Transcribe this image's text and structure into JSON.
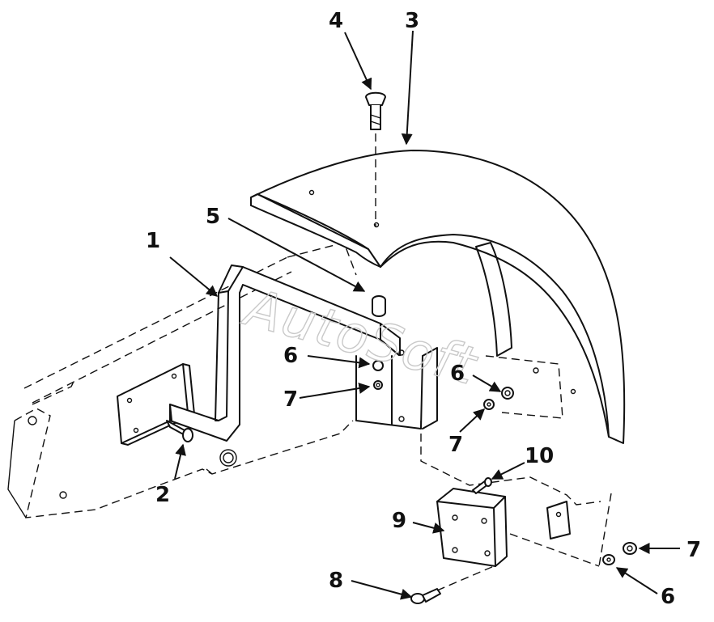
{
  "callouts": {
    "c1": "1",
    "c2": "2",
    "c3": "3",
    "c4": "4",
    "c5": "5",
    "c6a": "6",
    "c6b": "6",
    "c6c": "6",
    "c7a": "7",
    "c7b": "7",
    "c7c": "7",
    "c8": "8",
    "c9": "9",
    "c10": "10"
  },
  "watermark": "AutoSoft",
  "colors": {
    "line": "#111111",
    "background": "#ffffff",
    "watermark": "#c9c9c9"
  }
}
